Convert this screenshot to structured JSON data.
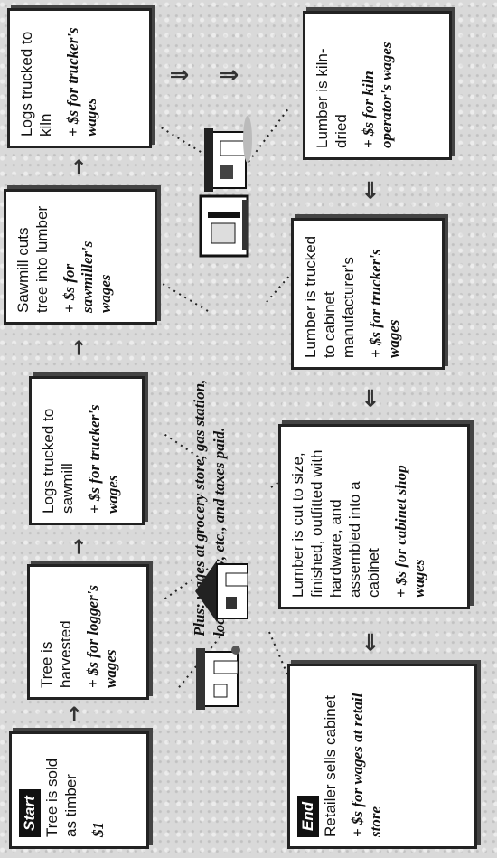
{
  "steps": [
    {
      "tag": "Start",
      "text": "Tree is sold as timber",
      "wage": "$1"
    },
    {
      "text": "Tree is harvested",
      "wage": "+ $s for logger's wages"
    },
    {
      "text": "Logs trucked to sawmill",
      "wage": "+ $s for trucker's wages"
    },
    {
      "text": "Sawmill cuts tree into lumber",
      "wage": "+ $s for sawmiller's wages"
    },
    {
      "text": "Logs trucked to kiln",
      "wage": "+ $s for trucker's wages"
    },
    {
      "text": "Lumber is kiln-dried",
      "wage": "+ $s for kiln operator's wages"
    },
    {
      "text": "Lumber is trucked to cabinet manufacturer's",
      "wage": "+ $s for trucker's wages"
    },
    {
      "text": "Lumber is cut to size, finished, outfitted with hardware, and assembled into a cabinet",
      "wage": "+ $s for cabinet shop wages"
    },
    {
      "tag": "End",
      "text": "Retailer sells cabinet",
      "wage": "+ $s for wages at retail store"
    }
  ],
  "center_note": {
    "prefix": "Plus:",
    "line1": " wages at grocery store, gas station,",
    "line2": "local bakery, etc., and taxes paid."
  },
  "icons": [
    "bakery-icon",
    "house-icon",
    "gas-station-icon",
    "store-icon"
  ]
}
